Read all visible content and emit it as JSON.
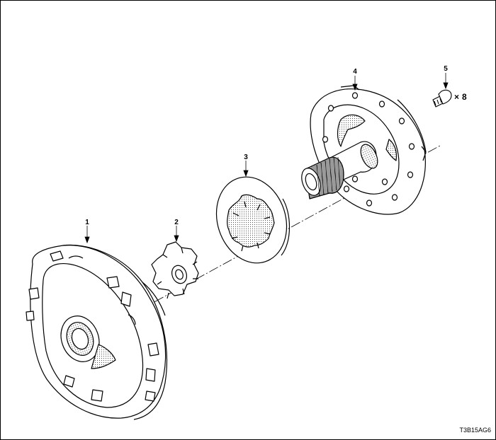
{
  "callouts": [
    {
      "id": "1"
    },
    {
      "id": "2"
    },
    {
      "id": "3"
    },
    {
      "id": "4"
    },
    {
      "id": "5"
    }
  ],
  "quantity": {
    "symbol": "×",
    "count": "8"
  },
  "figure_code": "T3B15AG6"
}
